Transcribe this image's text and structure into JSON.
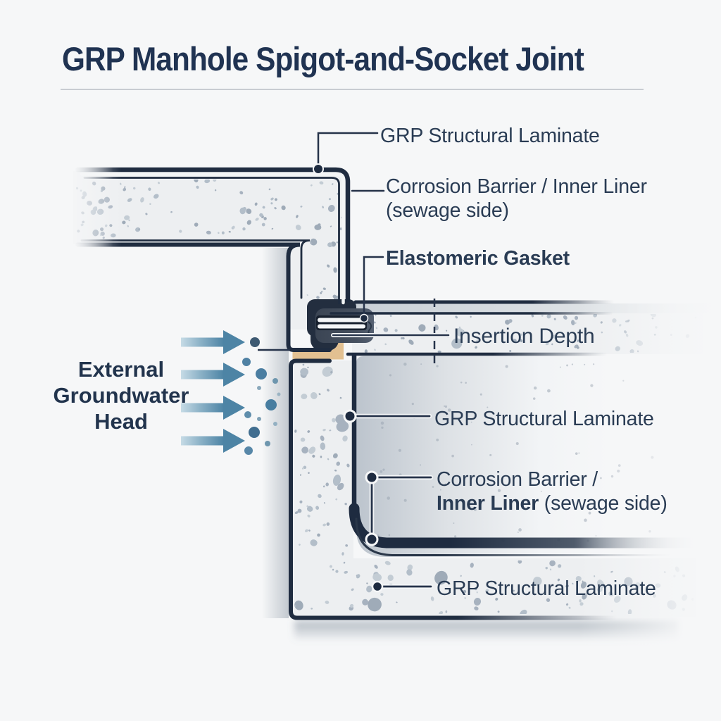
{
  "title": "GRP Manhole Spigot-and-Socket Joint",
  "labels": {
    "grp_top": "GRP Structural Laminate",
    "cb_top_line1": "Corrosion Barrier / Inner Liner",
    "cb_top_line2": "(sewage side)",
    "gasket": "Elastomeric Gasket",
    "insertion": "Insertion Depth",
    "grp_mid": "GRP Structural Laminate",
    "cb_bot_line1": "Corrosion Barrier /",
    "cb_bot_line2_bold": "Inner Liner",
    "cb_bot_line2_rest": " (sewage side)",
    "grp_bottom": "GRP Structural Laminate",
    "groundwater_line1": "External",
    "groundwater_line2": "Groundwater",
    "groundwater_line3": "Head"
  },
  "colors": {
    "outline_navy": "#1f2c40",
    "title_navy": "#203352",
    "label_navy": "#2a3c54",
    "wall_fill": "#edeff1",
    "speckle": "#b3bec9",
    "gasket_housing": "#232e3f",
    "gasket_body": "#46505f",
    "seal_tan": "#e2c091",
    "arrow_blue_light": "#c6dbe6",
    "arrow_blue_dark": "#4d84a5",
    "droplet_blue": "#4f81a3"
  }
}
